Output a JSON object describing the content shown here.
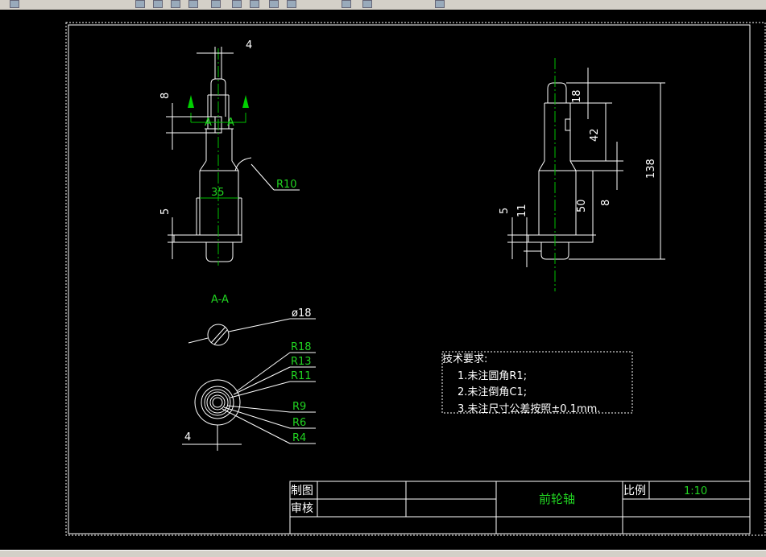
{
  "view_aa": {
    "dim_top": "4",
    "dim_left_top": "8",
    "dim_left_bottom": "5",
    "dim_width": "35",
    "dim_radius": "R10",
    "section_mark_left": "A",
    "section_mark_right": "A",
    "section_label": "A-A"
  },
  "view_right": {
    "dim_18": "18",
    "dim_42": "42",
    "dim_138": "138",
    "dim_8": "8",
    "dim_50": "50",
    "dim_5": "5",
    "dim_11": "11"
  },
  "section_small": {
    "dim_diameter": "ø18"
  },
  "section_circle": {
    "radii": [
      "R18",
      "R13",
      "R11",
      "R9",
      "R6",
      "R4"
    ],
    "dim_bottom": "4"
  },
  "tech_requirements": {
    "title": "技术要求:",
    "items": [
      "1.未注圆角R1;",
      "2.未注倒角C1;",
      "3.未注尺寸公差按照±0.1mm."
    ]
  },
  "title_block": {
    "drawn_label": "制图",
    "checked_label": "审核",
    "part_name": "前轮轴",
    "scale_label": "比例",
    "scale_value": "1:10"
  },
  "colors": {
    "background": "#000000",
    "lines": "#ffffff",
    "accent": "#21d321",
    "chrome": "#d4d0c8"
  }
}
